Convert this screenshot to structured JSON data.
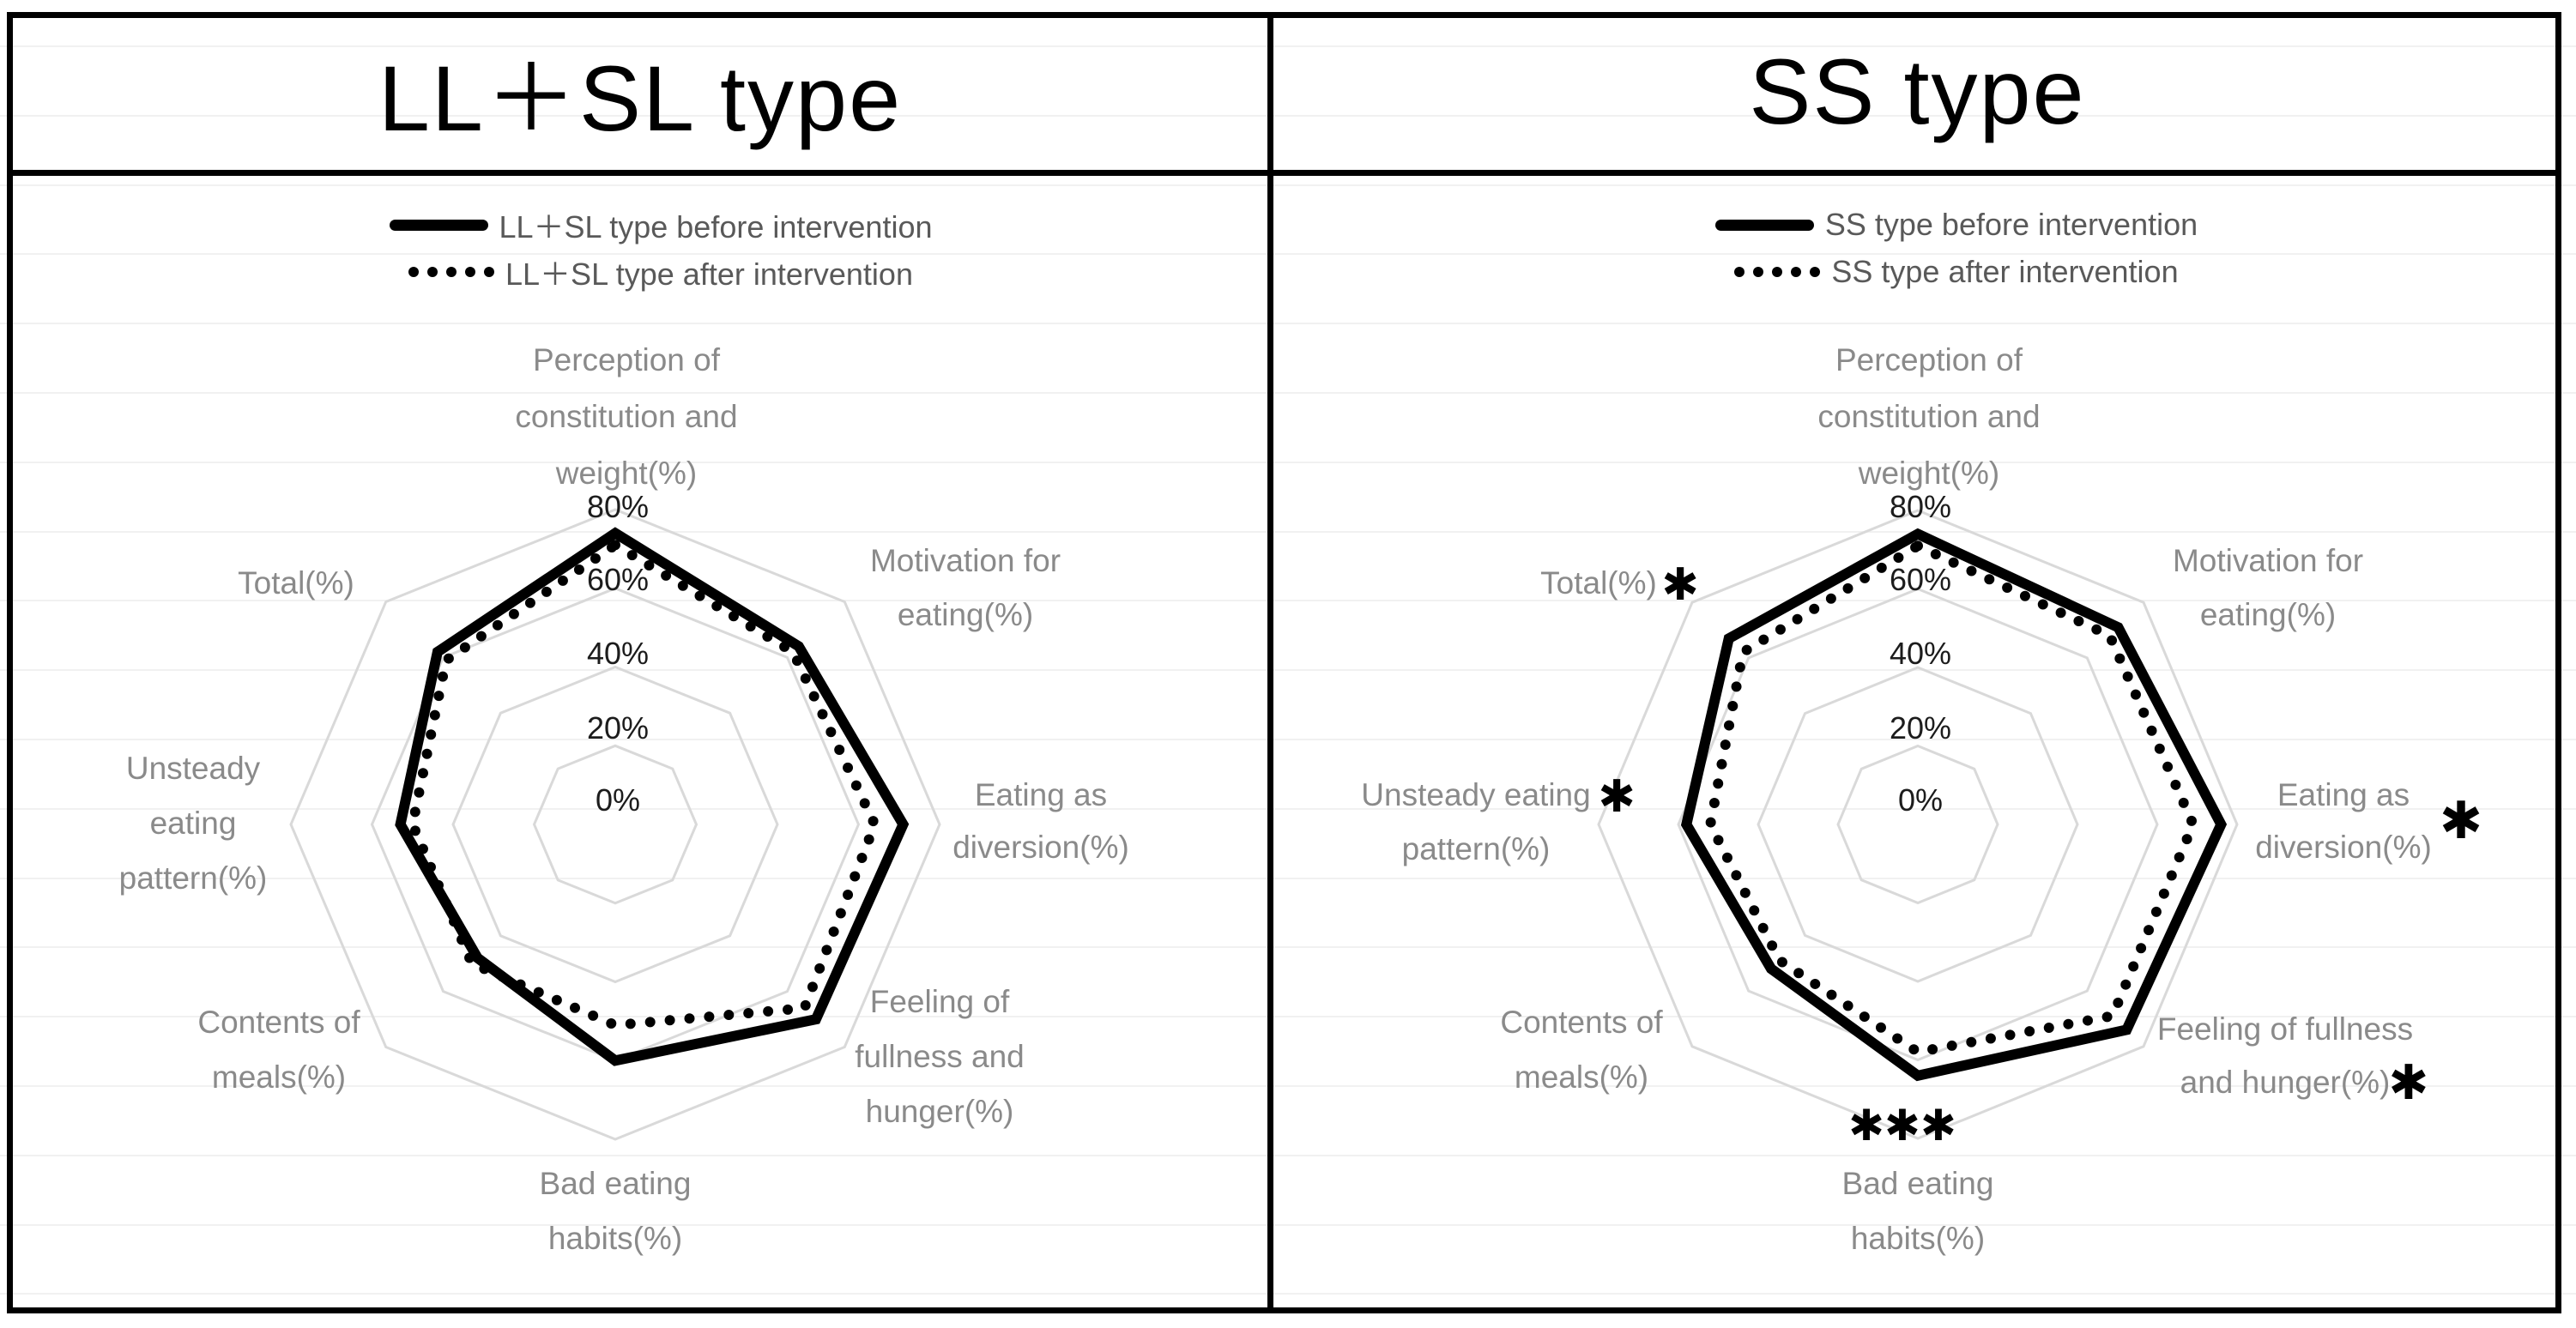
{
  "figure": {
    "panels": [
      {
        "title": "LL＋SL type",
        "legend": [
          {
            "style": "solid",
            "label": "LL＋SL type before intervention"
          },
          {
            "style": "dotted",
            "label": "LL＋SL type after intervention"
          }
        ],
        "chart_data": {
          "type": "radar",
          "title": "LL＋SL type",
          "rmax": 80,
          "rings": [
            20,
            40,
            60,
            80
          ],
          "ring_ticks": [
            "0%",
            "20%",
            "40%",
            "60%",
            "80%"
          ],
          "grid_color": "#d9d9d9",
          "series_color": "#000000",
          "axes": [
            {
              "lines": [
                "Perception of",
                "constitution and",
                "weight(%)"
              ]
            },
            {
              "lines": [
                "Motivation for",
                "eating(%)"
              ]
            },
            {
              "lines": [
                "Eating as",
                "diversion(%)"
              ]
            },
            {
              "lines": [
                "Feeling of",
                "fullness and",
                "hunger(%)"
              ]
            },
            {
              "lines": [
                "Bad eating",
                "habits(%)"
              ]
            },
            {
              "lines": [
                "Contents of",
                "meals(%)"
              ]
            },
            {
              "lines": [
                "Unsteady",
                "eating",
                "pattern(%)"
              ]
            },
            {
              "lines": [
                "Total(%)"
              ]
            }
          ],
          "series": [
            {
              "name": "LL＋SL type before intervention",
              "style": "solid",
              "values": [
                74,
                64,
                71,
                70,
                60,
                48,
                53,
                62
              ]
            },
            {
              "name": "LL＋SL type after intervention",
              "style": "dotted",
              "values": [
                71,
                62,
                64,
                66,
                51,
                50,
                50,
                59
              ]
            }
          ],
          "significance": []
        }
      },
      {
        "title": "SS type",
        "legend": [
          {
            "style": "solid",
            "label": "SS type before intervention"
          },
          {
            "style": "dotted",
            "label": "SS type after intervention"
          }
        ],
        "chart_data": {
          "type": "radar",
          "title": "SS type",
          "rmax": 80,
          "rings": [
            20,
            40,
            60,
            80
          ],
          "ring_ticks": [
            "0%",
            "20%",
            "40%",
            "60%",
            "80%"
          ],
          "grid_color": "#d9d9d9",
          "series_color": "#000000",
          "axes": [
            {
              "lines": [
                "Perception of",
                "constitution and",
                "weight(%)"
              ]
            },
            {
              "lines": [
                "Motivation for",
                "eating(%)"
              ]
            },
            {
              "lines": [
                "Eating as",
                "diversion(%)"
              ]
            },
            {
              "lines": [
                "Feeling of fullness",
                "and hunger(%)"
              ]
            },
            {
              "lines": [
                "Bad eating",
                "habits(%)"
              ]
            },
            {
              "lines": [
                "Contents of",
                "meals(%)"
              ]
            },
            {
              "lines": [
                "Unsteady eating",
                "pattern(%)"
              ]
            },
            {
              "lines": [
                "Total(%)"
              ]
            }
          ],
          "series": [
            {
              "name": "SS type before intervention",
              "style": "solid",
              "values": [
                74,
                71,
                76,
                74,
                64,
                52,
                58,
                67
              ]
            },
            {
              "name": "SS type after intervention",
              "style": "dotted",
              "values": [
                71,
                68,
                69,
                69,
                58,
                49,
                52,
                62
              ]
            }
          ],
          "significance": [
            {
              "axis": 2,
              "text": "✱"
            },
            {
              "axis": 3,
              "text": "✱"
            },
            {
              "axis": 4,
              "text": "✱✱✱"
            },
            {
              "axis": 6,
              "text": "✱"
            },
            {
              "axis": 7,
              "text": "✱"
            }
          ]
        }
      }
    ]
  }
}
